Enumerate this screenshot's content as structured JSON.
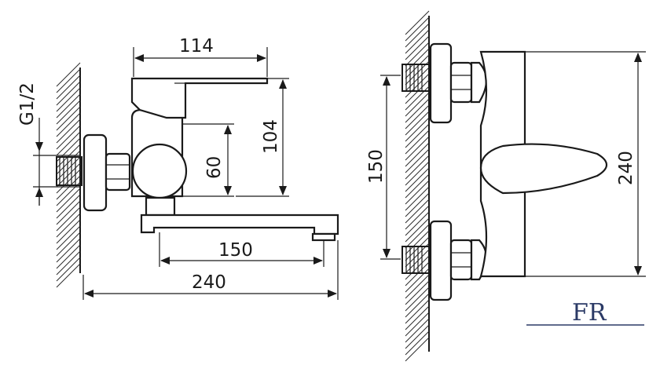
{
  "dimensions": {
    "top_width": "114",
    "thread": "G1/2",
    "height_60": "60",
    "height_104": "104",
    "spout_150": "150",
    "total_240": "240",
    "side_150": "150",
    "side_240": "240"
  },
  "logo": {
    "text": "FR"
  },
  "colors": {
    "line": "#1a1a1a",
    "logo": "#2b3a66"
  }
}
